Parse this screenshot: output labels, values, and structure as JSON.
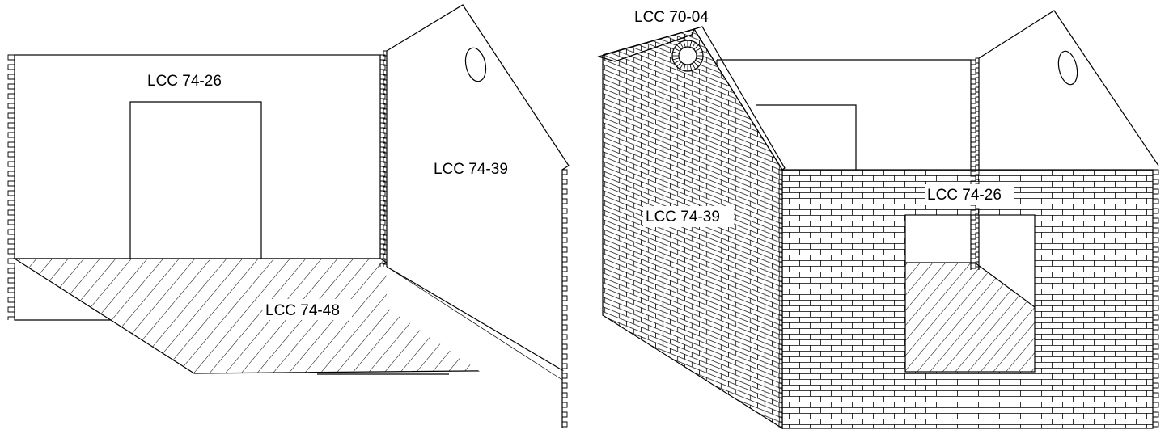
{
  "left_view": {
    "back_wall_label": "LCC 74-26",
    "side_wall_label": "LCC 74-39",
    "floor_label": "LCC 74-48"
  },
  "right_view": {
    "roof_label": "LCC 70-04",
    "side_wall_label": "LCC 74-39",
    "front_wall_label": "LCC 74-26"
  }
}
